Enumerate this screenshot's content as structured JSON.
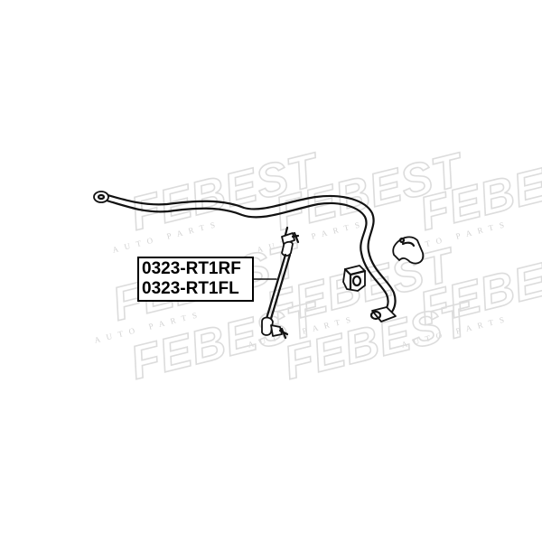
{
  "watermark": {
    "brand": "FEBEST",
    "tagline": "AUTO PARTS"
  },
  "labels": {
    "part_numbers": [
      "0323-RT1RF",
      "0323-RT1FL"
    ]
  },
  "colors": {
    "line": "#111111",
    "watermark": "#dcdcdc",
    "background": "#ffffff"
  }
}
